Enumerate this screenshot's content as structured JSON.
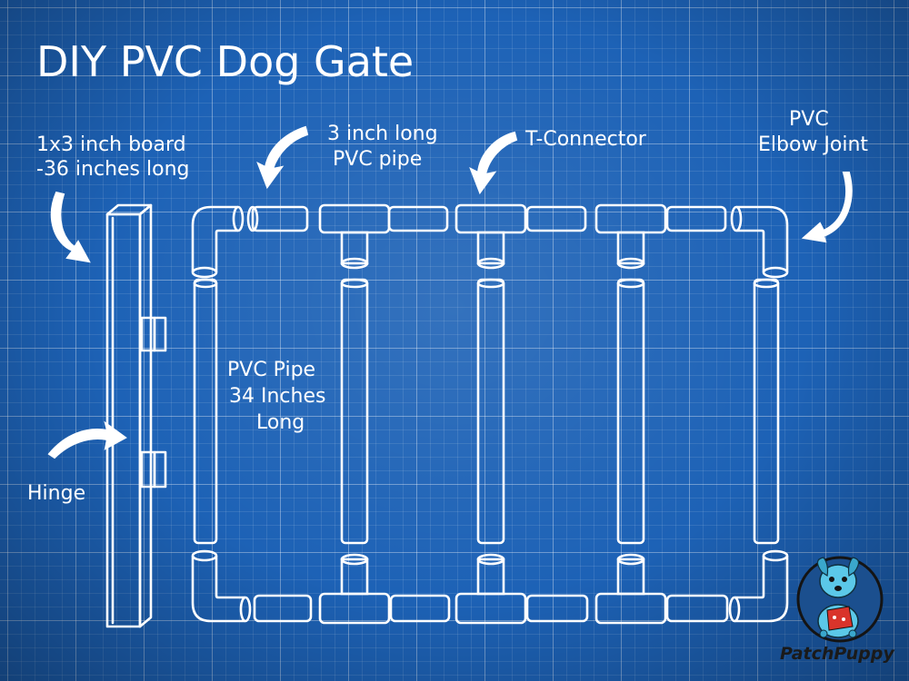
{
  "title": "DIY PVC Dog Gate",
  "labels": {
    "board_line1": "1x3 inch board",
    "board_line2": "-36 inches long",
    "short_pipe_line1": "3 inch long",
    "short_pipe_line2": "PVC pipe",
    "t_connector": "T-Connector",
    "elbow_line1": "PVC",
    "elbow_line2": "Elbow Joint",
    "long_pipe_line1": "PVC Pipe",
    "long_pipe_line2": "34 Inches",
    "long_pipe_line3": "Long",
    "hinge": "Hinge"
  },
  "logo": {
    "text": "PatchPuppy",
    "icon": "dog-mascot-icon"
  },
  "colors": {
    "background": "#1d62b6",
    "lines": "#ffffff",
    "logo_dog": "#5bc8e8",
    "logo_patch": "#d9342b"
  }
}
